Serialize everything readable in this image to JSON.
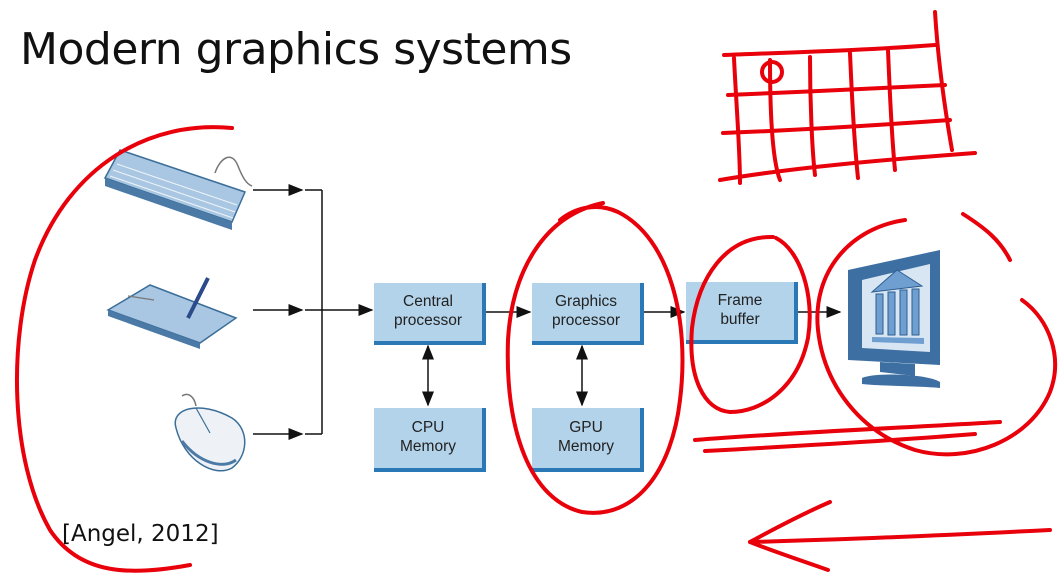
{
  "slide": {
    "title": "Modern graphics systems",
    "citation": "[Angel, 2012]"
  },
  "diagram": {
    "input_devices": [
      "keyboard",
      "tablet-with-stylus",
      "mouse"
    ],
    "boxes": {
      "central_processor": "Central\nprocessor",
      "cpu_memory": "CPU\nMemory",
      "graphics_processor": "Graphics\nprocessor",
      "gpu_memory": "GPU\nMemory",
      "frame_buffer": "Frame\nbuffer"
    },
    "output_device": "monitor",
    "colors": {
      "box_fill": "#b3d3ea",
      "box_edge": "#2a79b6",
      "annotation": "#e8000b"
    }
  }
}
